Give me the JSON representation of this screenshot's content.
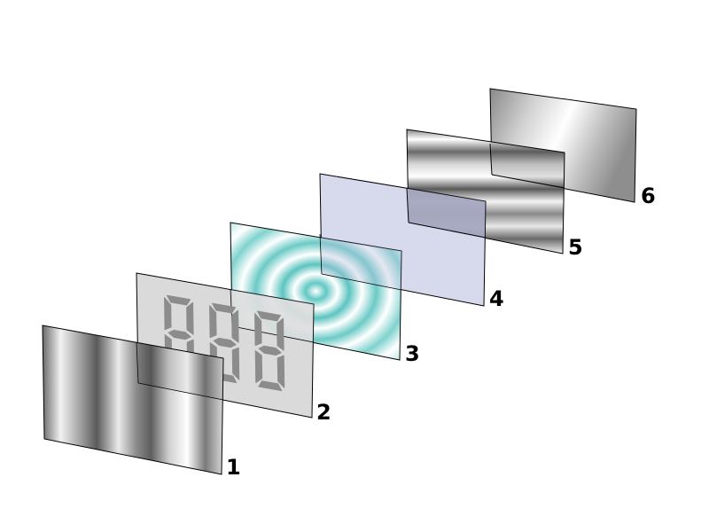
{
  "diagram": {
    "layers": [
      {
        "label": "1",
        "material": "vertical-polarizer-film"
      },
      {
        "label": "2",
        "material": "seven-segment-electrode-glass"
      },
      {
        "label": "3",
        "material": "liquid-crystal-layer"
      },
      {
        "label": "4",
        "material": "common-electrode-glass"
      },
      {
        "label": "5",
        "material": "horizontal-polarizer-film"
      },
      {
        "label": "6",
        "material": "reflective-backing"
      }
    ],
    "display_digits": [
      "8",
      "8",
      "8"
    ],
    "colors": {
      "outline": "#000000",
      "polarizer_dark": "#5a5a5a",
      "polarizer_light": "#ffffff",
      "electrode_glass": "#d6d6d6",
      "segment": "#8c8c8c",
      "liquid_crystal_light": "#ffffff",
      "liquid_crystal_cyan": "#5cc4c0",
      "electrode_layer": "#d4d6ea",
      "label_text": "#000000"
    }
  }
}
